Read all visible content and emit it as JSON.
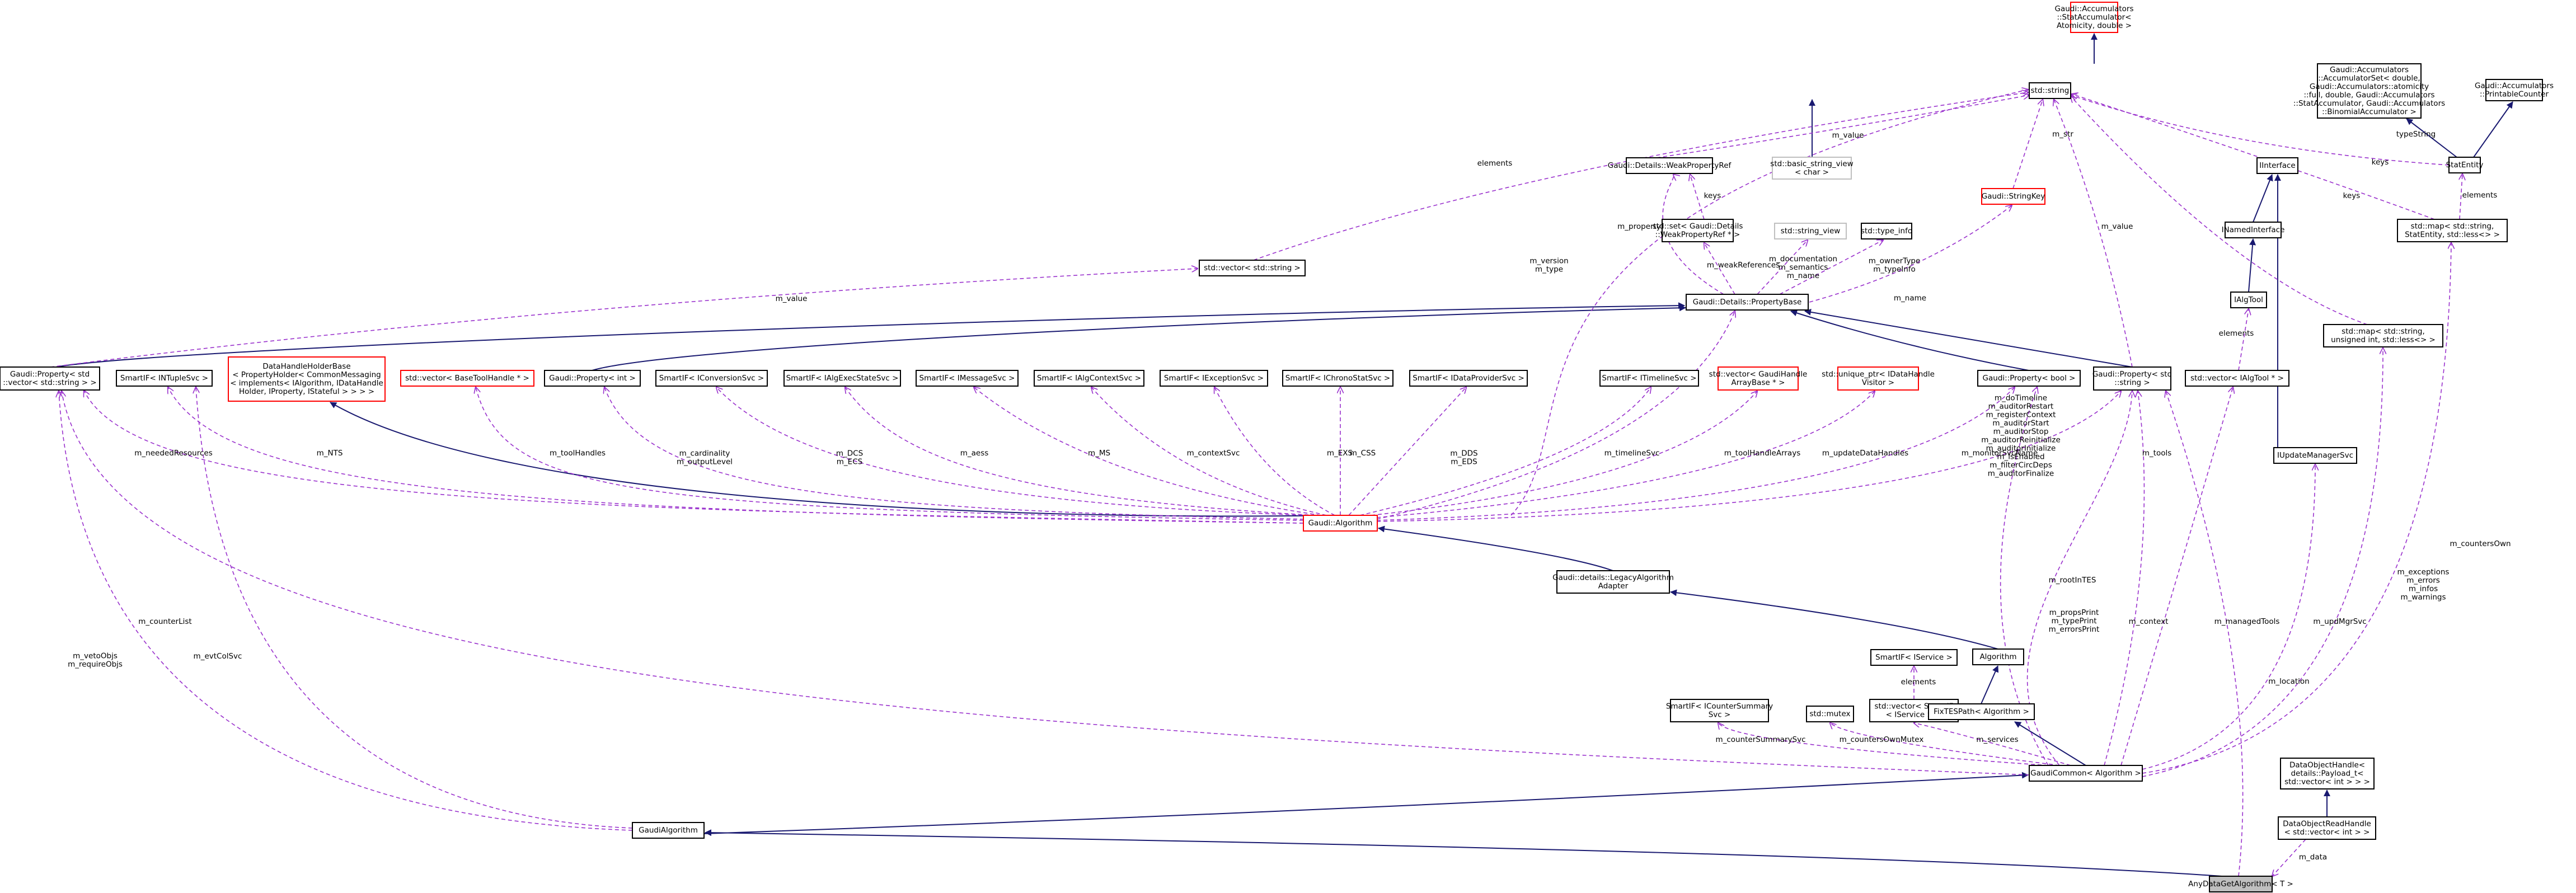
{
  "colors": {
    "inherit_edge": "#191970",
    "usage_edge": "#9a32cd",
    "highlight_node": "#bfbfbf",
    "incomplete_border": "#ff0000"
  },
  "nodes": {
    "accumulator": [
      "Gaudi::Accumulators",
      "::StatAccumulator<",
      "Atomicity, double >"
    ],
    "accumulator_set": [
      "Gaudi::Accumulators",
      "::AccumulatorSet< double,",
      "Gaudi::Accumulators::atomicity",
      "::full, double, Gaudi::Accumulators",
      "::StatAccumulator, Gaudi::Accumulators",
      "::BinomialAccumulator >"
    ],
    "printable_counter": [
      "Gaudi::Accumulators",
      "::PrintableCounter"
    ],
    "stat_entity": [
      "StatEntity"
    ],
    "std_string": [
      "std::string"
    ],
    "interface": [
      "IInterface"
    ],
    "inamed_interface": [
      "INamedInterface"
    ],
    "ialg_tool": [
      "IAlgTool"
    ],
    "weak_property_ref": [
      "Gaudi::Details::WeakPropertyRef"
    ],
    "basic_string_view": [
      "std::basic_string_view",
      "< char >"
    ],
    "string_key": [
      "Gaudi::StringKey"
    ],
    "set_weak_ref": [
      "std::set< Gaudi::Details",
      "::WeakPropertyRef * >"
    ],
    "string_view": [
      "std::string_view"
    ],
    "type_info": [
      "std::type_info"
    ],
    "map_statentity": [
      "std::map< std::string,",
      "StatEntity, std::less<> >"
    ],
    "vector_string": [
      "std::vector< std::string >"
    ],
    "property_base": [
      "Gaudi::Details::PropertyBase"
    ],
    "map_uint": [
      "std::map< std::string,",
      "unsigned int, std::less<> >"
    ],
    "prop_vector_string": [
      "Gaudi::Property< std",
      "::vector< std::string > >"
    ],
    "sif_intuple": [
      "SmartIF< INTupleSvc >"
    ],
    "data_handle_holder": [
      "DataHandleHolderBase",
      "< PropertyHolder< CommonMessaging",
      "< implements< IAlgorithm, IDataHandle",
      "Holder, IProperty, IStateful > > > >"
    ],
    "vector_basetoolhandle": [
      "std::vector< BaseToolHandle * >"
    ],
    "prop_int": [
      "Gaudi::Property< int >"
    ],
    "sif_iconversion": [
      "SmartIF< IConversionSvc >"
    ],
    "sif_ialgexec": [
      "SmartIF< IAlgExecStateSvc >"
    ],
    "sif_imessage": [
      "SmartIF< IMessageSvc >"
    ],
    "sif_ialgcontext": [
      "SmartIF< IAlgContextSvc >"
    ],
    "sif_iexception": [
      "SmartIF< IExceptionSvc >"
    ],
    "sif_ichrono": [
      "SmartIF< IChronoStatSvc >"
    ],
    "sif_idataprovider": [
      "SmartIF< IDataProviderSvc >"
    ],
    "sif_itimeline": [
      "SmartIF< ITimelineSvc >"
    ],
    "vector_gaudihandle": [
      "std::vector< GaudiHandle",
      "ArrayBase * >"
    ],
    "unique_ptr": [
      "std::unique_ptr< IDataHandle",
      "Visitor >"
    ],
    "prop_bool": [
      "Gaudi::Property< bool >"
    ],
    "prop_string": [
      "Gaudi::Property< std",
      "::string >"
    ],
    "vector_ialgtool": [
      "std::vector< IAlgTool * >"
    ],
    "iupdate_manager": [
      "IUpdateManagerSvc"
    ],
    "gaudi_algorithm": [
      "Gaudi::Algorithm"
    ],
    "legacy_adapter": [
      "Gaudi::details::LegacyAlgorithm",
      "Adapter"
    ],
    "algorithm": [
      "Algorithm"
    ],
    "sif_iservice": [
      "SmartIF< IService >"
    ],
    "vector_sif_iservice": [
      "std::vector< SmartIF",
      "< IService > >"
    ],
    "fixtes": [
      "FixTESPath< Algorithm >"
    ],
    "sif_icounter": [
      "SmartIF< ICounterSummary",
      "Svc >"
    ],
    "std_mutex": [
      "std::mutex"
    ],
    "gaudi_common": [
      "GaudiCommon< Algorithm >"
    ],
    "data_object_handle": [
      "DataObjectHandle<",
      "details::Payload_t<",
      "std::vector< int > > >"
    ],
    "data_object_read_handle": [
      "DataObjectReadHandle",
      "< std::vector< int > >"
    ],
    "gaudi_alg": [
      "GaudiAlgorithm"
    ],
    "any_data_get": [
      "AnyDataGetAlgorithm< T >"
    ]
  },
  "edge_labels": {
    "elements_vs": "elements",
    "value_vs": "m_value",
    "value_weak": "m_value",
    "keys_weak": "keys",
    "str": "m_str",
    "type_string": "typeString",
    "keys_se": "keys",
    "elements_se": "elements",
    "keys_um": "keys",
    "property": "m_property",
    "weak_refs": "m_weakReferences",
    "doc_sem": [
      "m_documentation",
      "m_semantics",
      "m_name"
    ],
    "owner_type": [
      "m_ownerType",
      "m_typeInfo"
    ],
    "name_sk": "m_name",
    "value_ps": "m_value",
    "version": [
      "m_version",
      "m_type"
    ],
    "elements_tools": "elements",
    "needed": "m_neededResources",
    "nts": "m_NTS",
    "tool_handles": "m_toolHandles",
    "cardinality": [
      "m_cardinality",
      "m_outputLevel"
    ],
    "dcs": [
      "m_DCS",
      "m_ECS"
    ],
    "aess": "m_aess",
    "ms": "m_MS",
    "context_svc": "m_contextSvc",
    "exs": "m_EXS",
    "css": "m_CSS",
    "dds": [
      "m_DDS",
      "m_EDS"
    ],
    "timeline": "m_timelineSvc",
    "tool_handle_arrays": "m_toolHandleArrays",
    "update_handles": "m_updateDataHandles",
    "flags": [
      "m_doTimeline",
      "m_auditorRestart",
      "m_registerContext",
      "m_auditorStart",
      "m_auditorStop",
      "m_auditorReinitialize",
      "m_auditorInitialize",
      "m_isEnabled",
      "m_filterCircDeps",
      "m_auditorFinalize"
    ],
    "monitor": "m_monitorSvcName",
    "tools": "m_tools",
    "counter_list": "m_counterList",
    "root_tes": "m_rootInTES",
    "props_print": [
      "m_propsPrint",
      "m_typePrint",
      "m_errorsPrint"
    ],
    "context": "m_context",
    "managed_tools": "m_managedTools",
    "upd_mgr": "m_updMgrSvc",
    "exceptions": [
      "m_exceptions",
      "m_errors",
      "m_infos",
      "m_warnings"
    ],
    "counters_own": "m_countersOwn",
    "location": "m_location",
    "veto": [
      "m_vetoObjs",
      "m_requireObjs"
    ],
    "evt_coll": "m_evtColSvc",
    "services_elements": "elements",
    "counter_summary": "m_counterSummarySvc",
    "counters_mutex": "m_countersOwnMutex",
    "services": "m_services",
    "data": "m_data"
  }
}
